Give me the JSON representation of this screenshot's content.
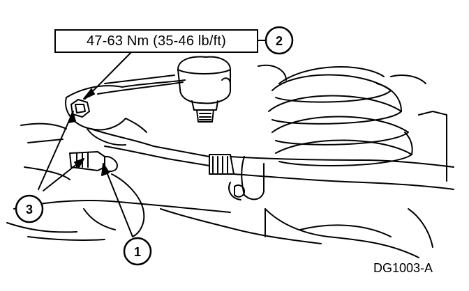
{
  "torque_spec": "47-63 Nm (35-46 lb/ft)",
  "callouts": [
    {
      "number": "1"
    },
    {
      "number": "2"
    },
    {
      "number": "3"
    }
  ],
  "figure_code": "DG1003-A",
  "colors": {
    "line": "#000000",
    "background": "#ffffff"
  }
}
